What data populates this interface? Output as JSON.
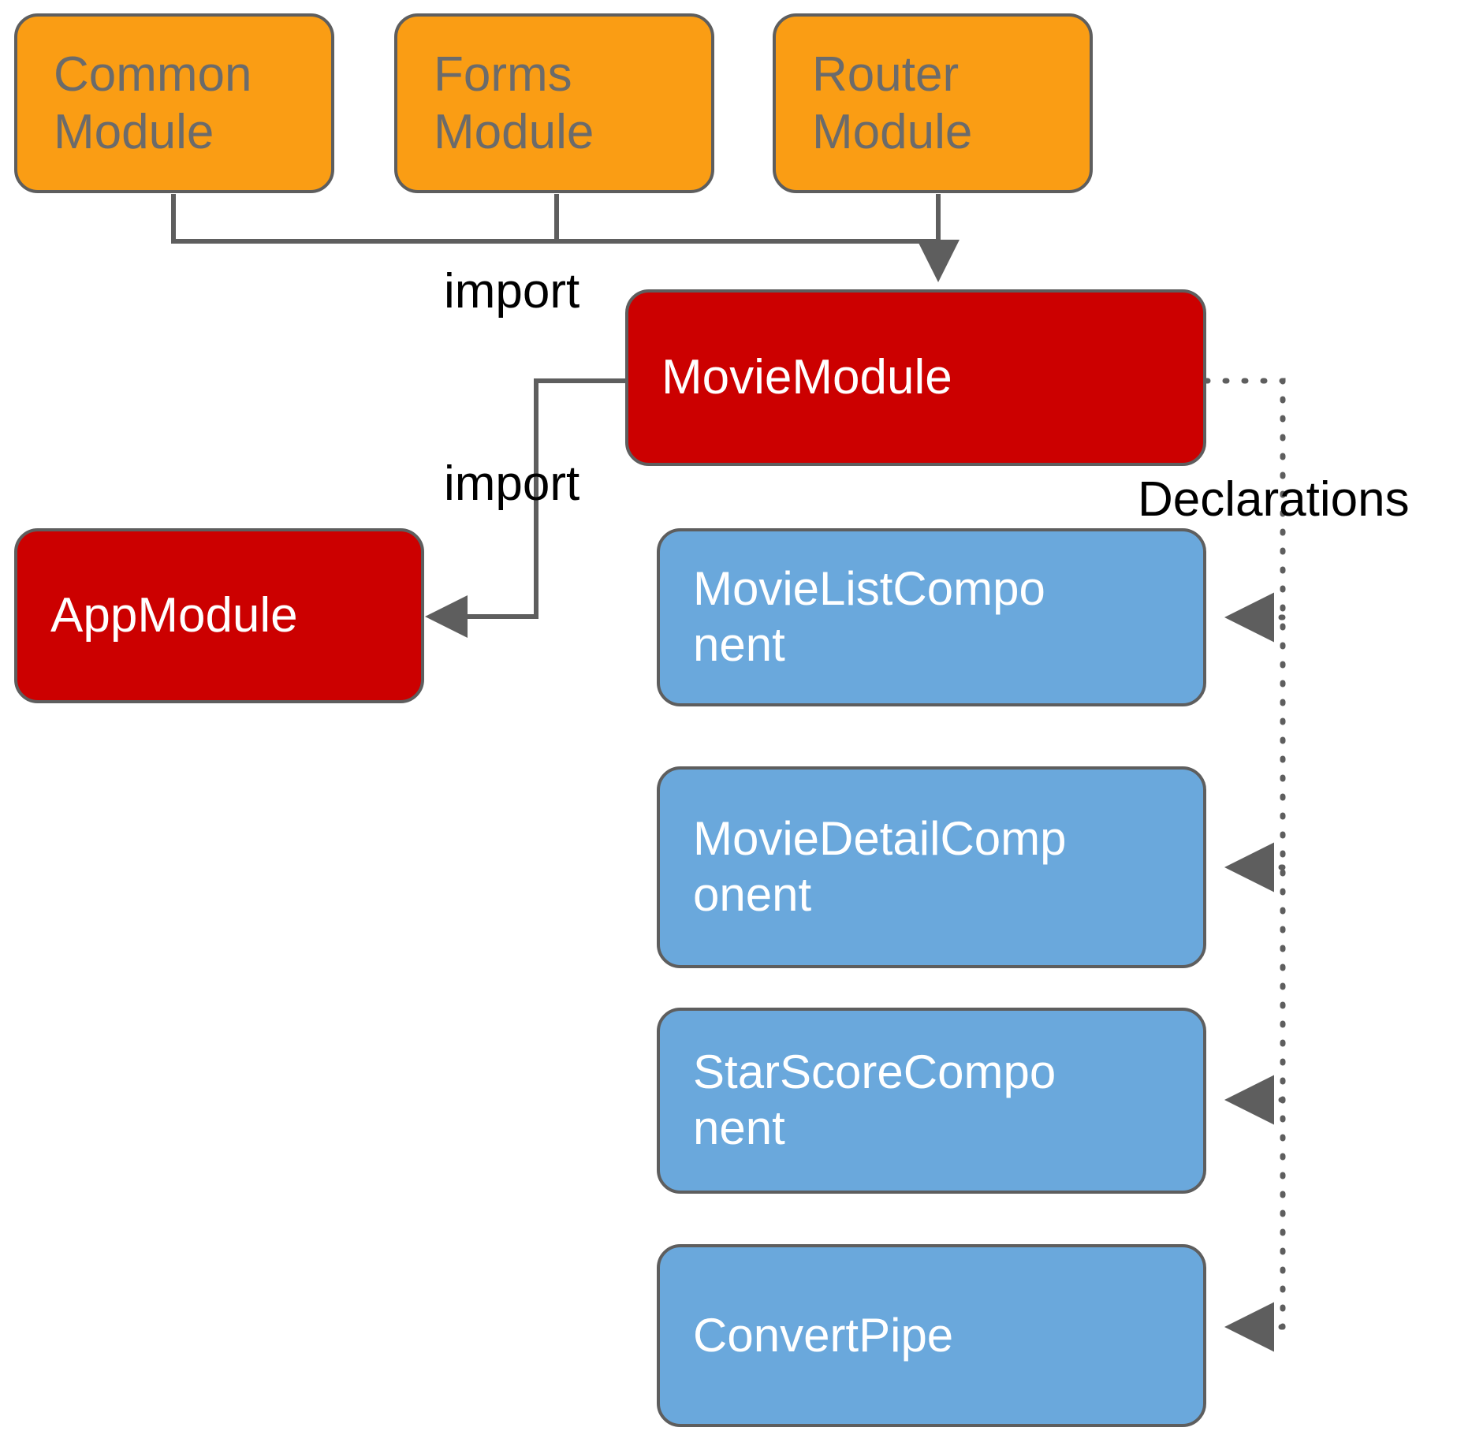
{
  "diagram": {
    "title": "Angular module and declarations diagram",
    "colors": {
      "module_orange": "#FA9D14",
      "module_red": "#CC0000",
      "component_blue": "#6AA8DC",
      "stroke_gray": "#5E5E5E",
      "orange_text": "#6B6B6B",
      "white_text": "#FFFFFF",
      "label_text": "#000000"
    },
    "nodes": [
      {
        "id": "common-module",
        "label": "Common\nModule",
        "type": "module",
        "color": "#FA9D14"
      },
      {
        "id": "forms-module",
        "label": "Forms\nModule",
        "type": "module",
        "color": "#FA9D14"
      },
      {
        "id": "router-module",
        "label": "Router\nModule",
        "type": "module",
        "color": "#FA9D14"
      },
      {
        "id": "movie-module",
        "label": "MovieModule",
        "type": "module",
        "color": "#CC0000"
      },
      {
        "id": "app-module",
        "label": "AppModule",
        "type": "module",
        "color": "#CC0000"
      },
      {
        "id": "movie-list-component",
        "label": "MovieListCompo\nnent",
        "type": "component",
        "color": "#6AA8DC"
      },
      {
        "id": "movie-detail-component",
        "label": "MovieDetailComp\nonent",
        "type": "component",
        "color": "#6AA8DC"
      },
      {
        "id": "star-score-component",
        "label": "StarScoreCompo\nnent",
        "type": "component",
        "color": "#6AA8DC"
      },
      {
        "id": "convert-pipe",
        "label": "ConvertPipe",
        "type": "component",
        "color": "#6AA8DC"
      }
    ],
    "edge_labels": {
      "import_modules": "import",
      "import_app": "import",
      "declarations": "Declarations"
    },
    "edges": [
      {
        "from": "common-module",
        "to": "movie-module",
        "label": "import",
        "style": "solid"
      },
      {
        "from": "forms-module",
        "to": "movie-module",
        "label": "import",
        "style": "solid"
      },
      {
        "from": "router-module",
        "to": "movie-module",
        "label": "import",
        "style": "solid"
      },
      {
        "from": "movie-module",
        "to": "app-module",
        "label": "import",
        "style": "solid"
      },
      {
        "from": "movie-module",
        "to": "movie-list-component",
        "label": "Declarations",
        "style": "dotted"
      },
      {
        "from": "movie-module",
        "to": "movie-detail-component",
        "label": "Declarations",
        "style": "dotted"
      },
      {
        "from": "movie-module",
        "to": "star-score-component",
        "label": "Declarations",
        "style": "dotted"
      },
      {
        "from": "movie-module",
        "to": "convert-pipe",
        "label": "Declarations",
        "style": "dotted"
      }
    ]
  }
}
